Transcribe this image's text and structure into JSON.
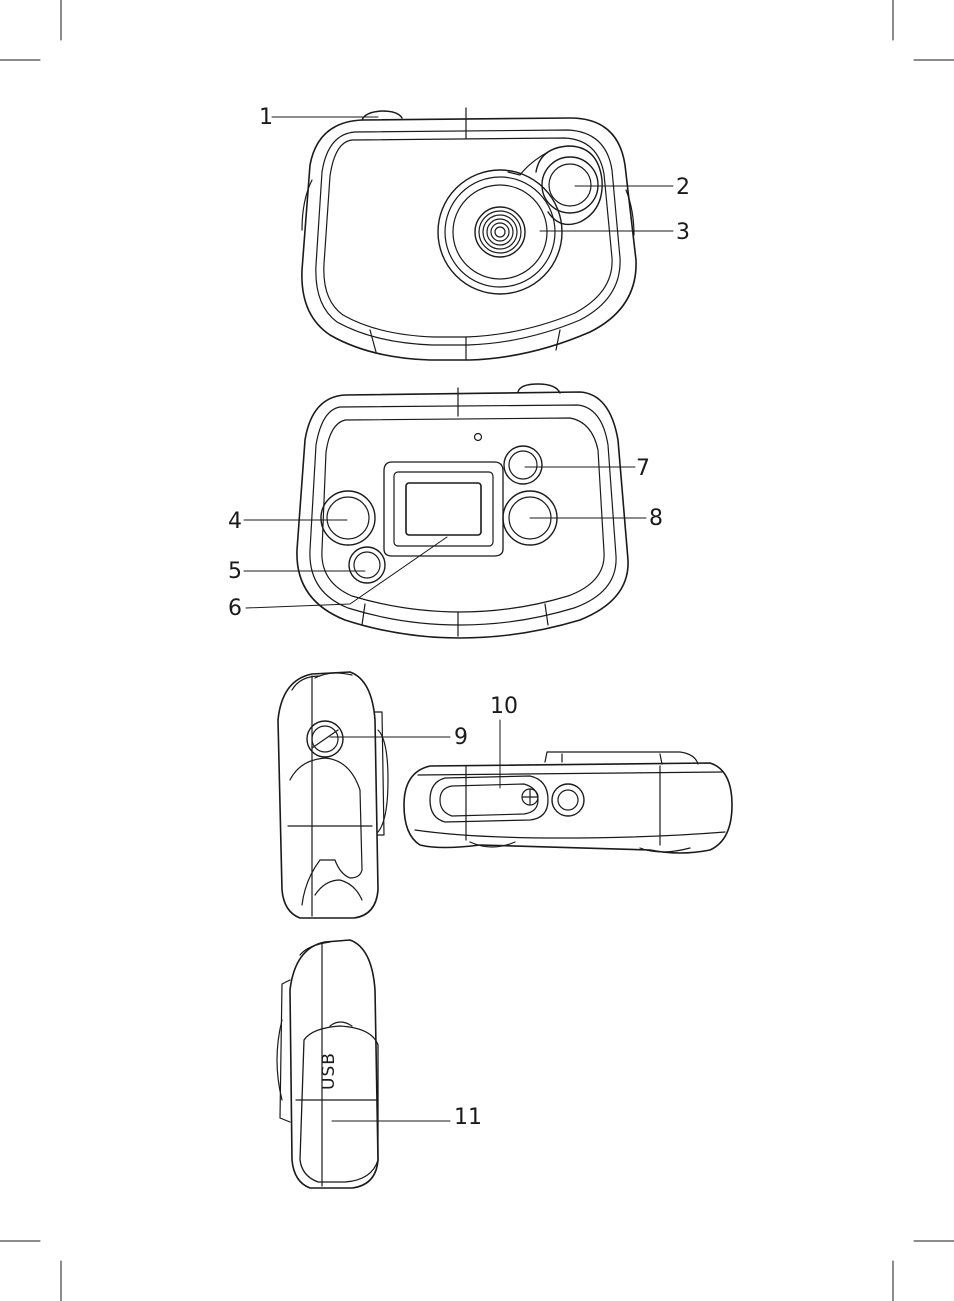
{
  "callouts": [
    "1",
    "2",
    "3",
    "4",
    "5",
    "6",
    "7",
    "8",
    "9",
    "10",
    "11"
  ],
  "usb_marking": "USB",
  "colors": {
    "line": "#1a1a1a",
    "paper": "#ffffff"
  }
}
